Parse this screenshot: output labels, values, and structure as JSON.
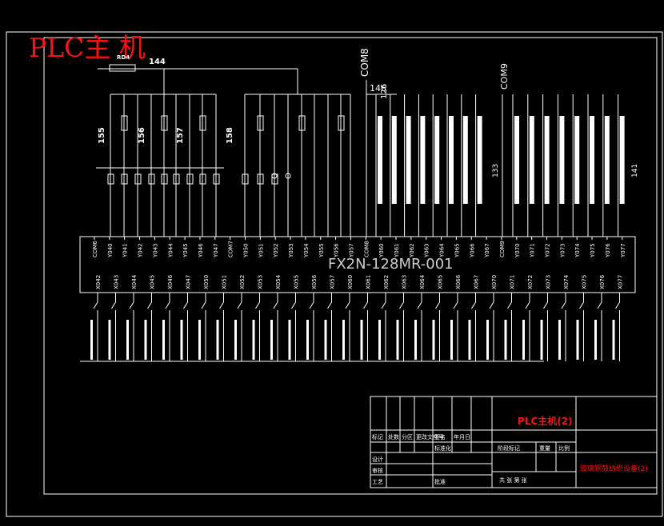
{
  "title": "PLC主 机",
  "plc_model": "FX2N-128MR-001",
  "top": {
    "fuse_label": "RD4",
    "node_144": "144",
    "com8": "COM8",
    "com9": "COM9",
    "node_146": "146",
    "node_126": "126",
    "node_133": "133",
    "node_141": "141"
  },
  "groups": [
    {
      "id": "155",
      "label": "155"
    },
    {
      "id": "156",
      "label": "156"
    },
    {
      "id": "157",
      "label": "157"
    },
    {
      "id": "158",
      "label": "158"
    }
  ],
  "top_terminals": [
    "COM6",
    "Y040",
    "Y041",
    "Y042",
    "Y043",
    "Y044",
    "Y045",
    "Y046",
    "Y047",
    "COM7",
    "Y050",
    "Y051",
    "Y052",
    "Y053",
    "Y054",
    "Y055",
    "Y056",
    "Y057",
    "COM8",
    "Y060",
    "Y061",
    "Y062",
    "Y063",
    "Y064",
    "Y065",
    "Y066",
    "Y067",
    "COM9",
    "Y070",
    "Y071",
    "Y072",
    "Y073",
    "Y074",
    "Y075",
    "Y076",
    "Y077"
  ],
  "bottom_terminals": [
    "X042",
    "X043",
    "X044",
    "X045",
    "X046",
    "X047",
    "X050",
    "X051",
    "X052",
    "X053",
    "X054",
    "X055",
    "X056",
    "X057",
    "X060",
    "X061",
    "X062",
    "X063",
    "X064",
    "X065",
    "X066",
    "X067",
    "X070",
    "X071",
    "X072",
    "X073",
    "X074",
    "X075",
    "X076",
    "X077"
  ],
  "com8_outputs": [
    "前翻转手升降电机上升",
    "前翻转手升降电机下降",
    "前翻转手升降电机快速",
    "前翻转手升降电机慢速",
    "前翻转手平移电机前",
    "前翻转手平移电机后",
    "前翻转手平移电机快速",
    "前翻转手平移电机慢速"
  ],
  "com9_outputs": [
    "后翻转手升降电机上升",
    "后翻转手升降电机下降",
    "后翻转手升降电机快速",
    "后翻转手升降电机慢速",
    "后翻转手平移电机前",
    "后翻转手平移电机后",
    "后翻转手平移电机快速",
    "后翻转手平移电机慢速"
  ],
  "title_block": {
    "drawing_title": "PLC主机(2)",
    "project_name": "玻璃钢鼓纺织设备(2)",
    "row_headers": [
      "标记",
      "处数",
      "分区",
      "更改文件号",
      "签名",
      "年月日"
    ],
    "labels": {
      "designer": "设计",
      "standardization": "标准化",
      "stage_mark": "阶段标记",
      "weight": "重量",
      "scale": "比例",
      "review": "审核",
      "process": "工艺",
      "approve": "批准",
      "sheets": "共  张 第  张"
    }
  },
  "colors": {
    "background": "#000000",
    "lines": "#ffffff",
    "title": "#ff1010"
  }
}
